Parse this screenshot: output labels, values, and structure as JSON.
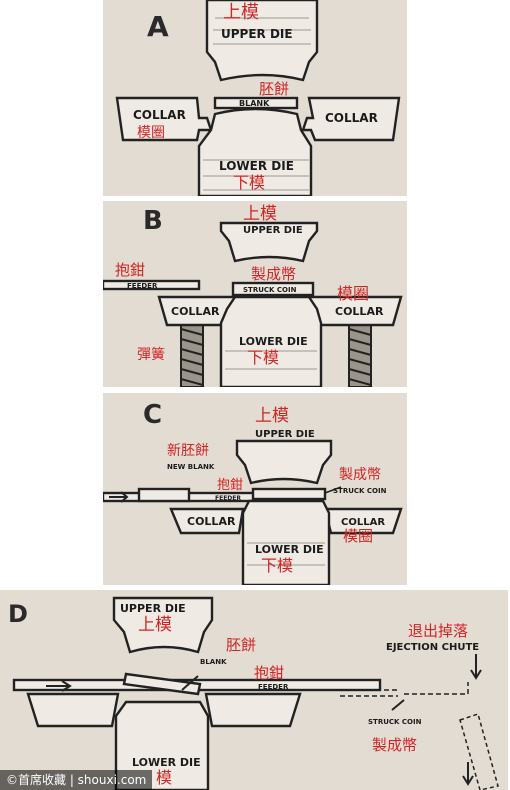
{
  "panels": [
    {
      "letter": "A",
      "upper_die_zh": "上模",
      "upper_die": "UPPER DIE",
      "blank_zh": "胚餅",
      "blank": "BLANK",
      "collar": "COLLAR",
      "collar_zh": "模圈",
      "collar_right": "COLLAR",
      "lower_die": "LOWER DIE",
      "lower_die_zh": "下模"
    },
    {
      "letter": "B",
      "upper_die_zh": "上模",
      "upper_die": "UPPER DIE",
      "feeder_zh": "抱鉗",
      "feeder": "FEEDER",
      "struck_coin_zh": "製成幣",
      "struck_coin": "STRUCK COIN",
      "collar": "COLLAR",
      "collar_right": "COLLAR",
      "collar_zh": "模圈",
      "spring_zh": "彈簧",
      "lower_die": "LOWER DIE",
      "lower_die_zh": "下模"
    },
    {
      "letter": "C",
      "upper_die_zh": "上模",
      "upper_die": "UPPER DIE",
      "new_blank_zh": "新胚餅",
      "new_blank": "NEW BLANK",
      "feeder_zh": "抱鉗",
      "feeder": "FEEDER",
      "struck_coin_zh": "製成幣",
      "struck_coin": "STRUCK COIN",
      "collar": "COLLAR",
      "collar_right": "COLLAR",
      "collar_zh": "模圈",
      "lower_die": "LOWER DIE",
      "lower_die_zh": "下模"
    },
    {
      "letter": "D",
      "upper_die": "UPPER DIE",
      "upper_die_zh": "上模",
      "blank_zh": "胚餅",
      "blank": "BLANK",
      "feeder_zh": "抱鉗",
      "feeder": "FEEDER",
      "ejection_chute_zh": "退出掉落",
      "ejection_chute": "EJECTION CHUTE",
      "struck_coin": "STRUCK COIN",
      "struck_coin_zh": "製成幣",
      "lower_die": "LOWER DIE",
      "lower_die_zh": "模"
    }
  ],
  "watermark": "©首席收藏 | shouxi.com",
  "colors": {
    "background": "#e3dcd2",
    "ink": "#1b1b1b",
    "annotation": "#d42424"
  }
}
